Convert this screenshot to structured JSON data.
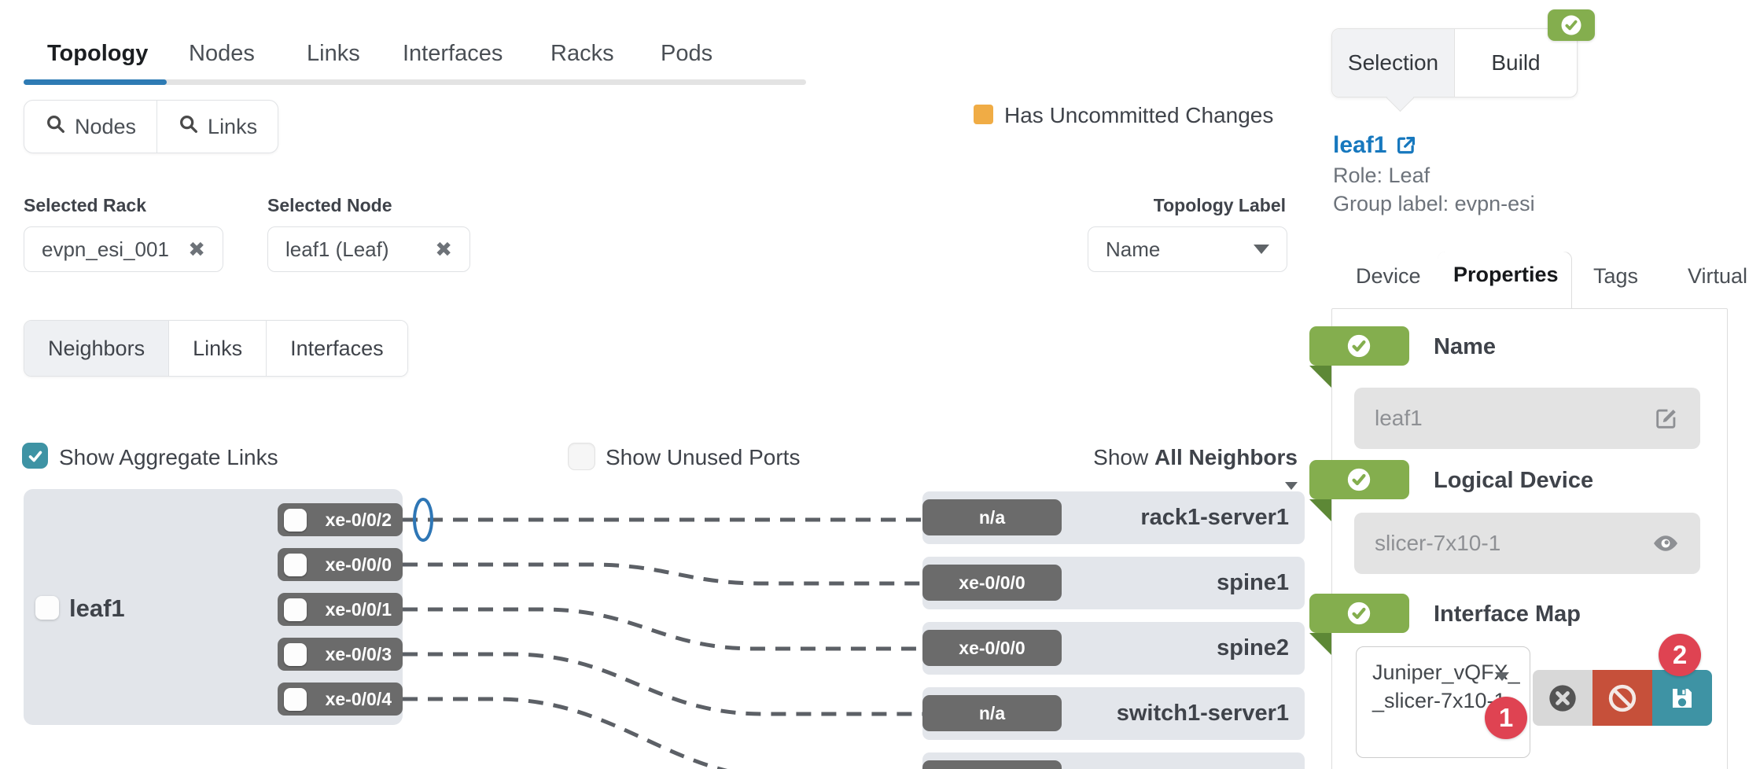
{
  "top_tabs": {
    "items": [
      {
        "label": "Topology",
        "active": true
      },
      {
        "label": "Nodes",
        "active": false
      },
      {
        "label": "Links",
        "active": false
      },
      {
        "label": "Interfaces",
        "active": false
      },
      {
        "label": "Racks",
        "active": false
      },
      {
        "label": "Pods",
        "active": false
      }
    ]
  },
  "toolbar": {
    "nodes_button": "Nodes",
    "links_button": "Links"
  },
  "legend": {
    "uncommitted_label": "Has Uncommitted Changes"
  },
  "filters": {
    "selected_rack_label": "Selected Rack",
    "selected_rack_value": "evpn_esi_001",
    "selected_node_label": "Selected Node",
    "selected_node_value": "leaf1 (Leaf)",
    "topology_label_label": "Topology Label",
    "topology_label_value": "Name"
  },
  "view_tabs": {
    "neighbors": "Neighbors",
    "links": "Links",
    "interfaces": "Interfaces",
    "active": "Neighbors"
  },
  "canvas": {
    "show_aggregate_links": {
      "label": "Show Aggregate Links",
      "checked": true
    },
    "show_unused_ports": {
      "label": "Show Unused Ports",
      "checked": false
    },
    "show_neighbors": {
      "prefix": "Show",
      "value": "All Neighbors"
    },
    "node": {
      "name": "leaf1",
      "ports": [
        "xe-0/0/2",
        "xe-0/0/0",
        "xe-0/0/1",
        "xe-0/0/3",
        "xe-0/0/4"
      ]
    },
    "neighbors": [
      {
        "port": "n/a",
        "name": "rack1-server1"
      },
      {
        "port": "xe-0/0/0",
        "name": "spine1"
      },
      {
        "port": "xe-0/0/0",
        "name": "spine2"
      },
      {
        "port": "n/a",
        "name": "switch1-server1"
      },
      {
        "port": "",
        "name": ""
      }
    ]
  },
  "panel": {
    "tabs": {
      "selection": "Selection",
      "build": "Build",
      "active": "Selection"
    },
    "node_link": "leaf1",
    "role": "Role: Leaf",
    "group_label": "Group label: evpn-esi",
    "detail_tabs": {
      "device": "Device",
      "properties": "Properties",
      "tags": "Tags",
      "virtual": "Virtual",
      "active": "Properties"
    },
    "sections": {
      "name": {
        "title": "Name",
        "value": "leaf1"
      },
      "logical_device": {
        "title": "Logical Device",
        "value": "slicer-7x10-1"
      },
      "interface_map": {
        "title": "Interface Map",
        "value": "Juniper_vQFX__slicer-7x10-1",
        "badge_1": "1",
        "badge_2": "2"
      }
    }
  },
  "colors": {
    "accent_blue": "#2e7bb4",
    "link_blue": "#1778be",
    "teal": "#3e93a4",
    "green": "#84ae4e",
    "green_dark": "#5d8836",
    "orange": "#f0ac45",
    "red_button": "#c6503a",
    "red_badge": "#df4352",
    "chip_gray": "#6b6b6b"
  }
}
